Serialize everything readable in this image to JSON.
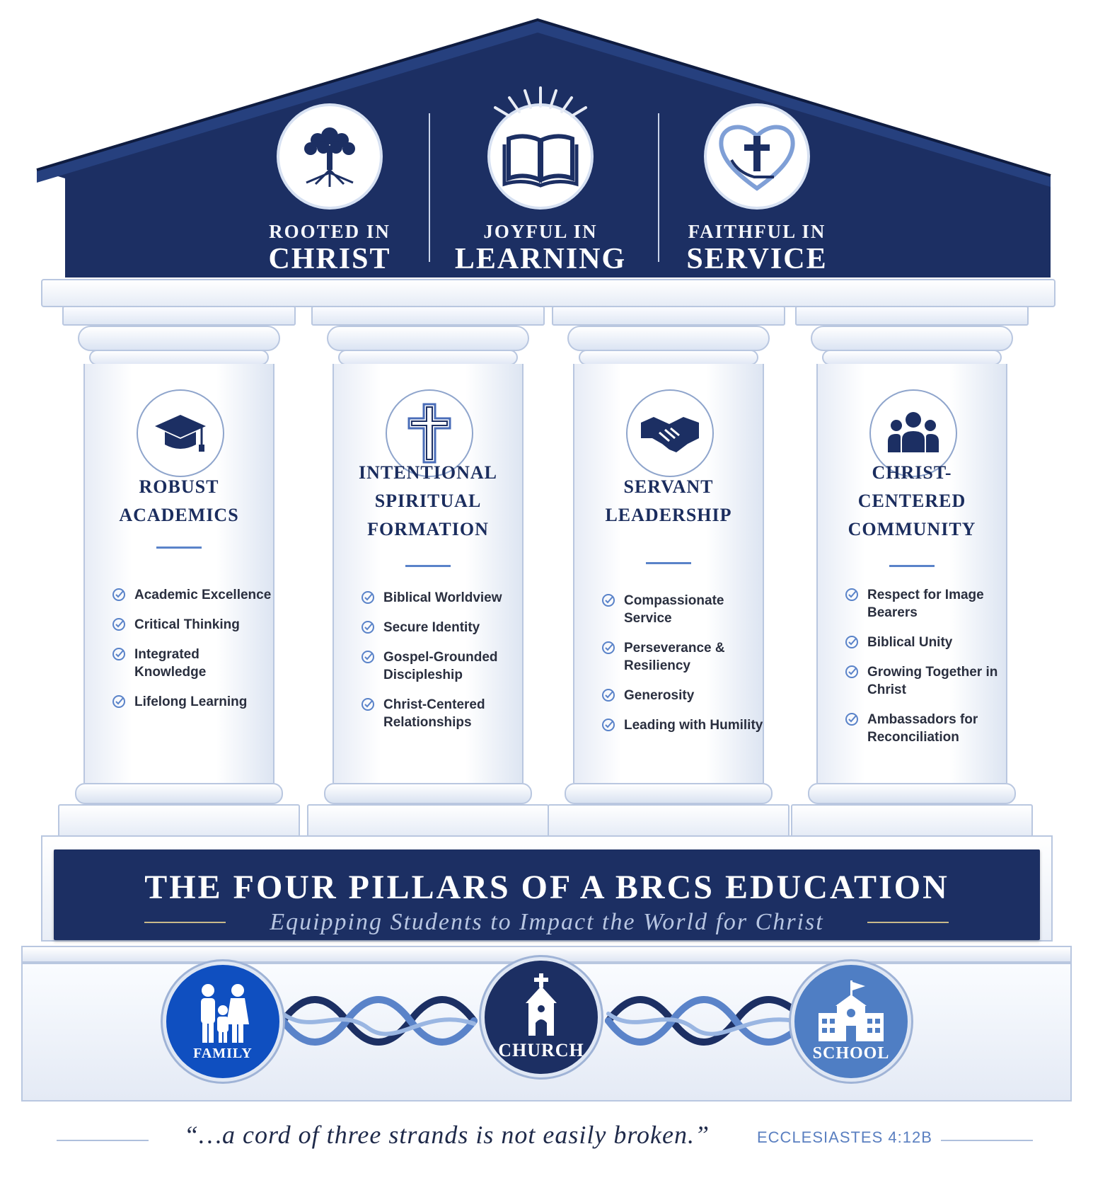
{
  "values": [
    {
      "line1": "ROOTED IN",
      "line2": "CHRIST",
      "icon": "tree-roots-icon"
    },
    {
      "line1": "JOYFUL IN",
      "line2": "LEARNING",
      "icon": "open-book-icon"
    },
    {
      "line1": "FAITHFUL IN",
      "line2": "SERVICE",
      "icon": "heart-cross-hand-icon"
    }
  ],
  "pillars": [
    {
      "title": "ROBUST ACADEMICS",
      "icon": "graduation-cap-icon",
      "items": [
        "Academic Excellence",
        "Critical Thinking",
        "Integrated Knowledge",
        "Lifelong Learning"
      ]
    },
    {
      "title": "INTENTIONAL SPIRITUAL FORMATION",
      "icon": "cross-icon",
      "items": [
        "Biblical Worldview",
        "Secure Identity",
        "Gospel-Grounded Discipleship",
        "Christ-Centered Relationships"
      ]
    },
    {
      "title": "SERVANT LEADERSHIP",
      "icon": "handshake-icon",
      "items": [
        "Compassionate Service",
        "Perseverance & Resiliency",
        "Generosity",
        "Leading with Humility"
      ]
    },
    {
      "title": "CHRIST-CENTERED COMMUNITY",
      "icon": "people-group-icon",
      "items": [
        "Respect for Image Bearers",
        "Biblical Unity",
        "Growing Together in Christ",
        "Ambassadors for Reconciliation"
      ]
    }
  ],
  "banner": {
    "title": "THE FOUR PILLARS OF A BRCS EDUCATION",
    "subtitle": "Equipping Students to Impact the World for Christ"
  },
  "strands": [
    {
      "label": "FAMILY",
      "icon": "family-icon",
      "color": "#0f4fc0"
    },
    {
      "label": "CHURCH",
      "icon": "church-icon",
      "color": "#1c2f63"
    },
    {
      "label": "SCHOOL",
      "icon": "school-icon",
      "color": "#4f7ec4"
    }
  ],
  "quote": {
    "text": "“…a cord of three strands is not easily broken.”",
    "reference": "ECCLESIASTES 4:12B"
  },
  "colors": {
    "navy": "#1c2f63",
    "accent_blue": "#5a83c9",
    "family_blue": "#0f4fc0",
    "school_blue": "#4f7ec4"
  }
}
